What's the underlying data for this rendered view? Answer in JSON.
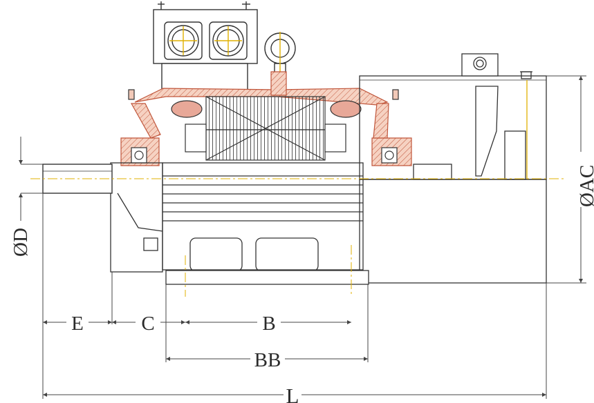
{
  "dimensions": {
    "D": "ØD",
    "AC": "ØAC",
    "E": "E",
    "C": "C",
    "B": "B",
    "BB": "BB",
    "L": "L"
  },
  "colors": {
    "line": "#333333",
    "section_fill": "#f2c9b8",
    "section_stroke": "#c0553a",
    "centerline": "#e0b000",
    "dim_line": "#444444"
  }
}
